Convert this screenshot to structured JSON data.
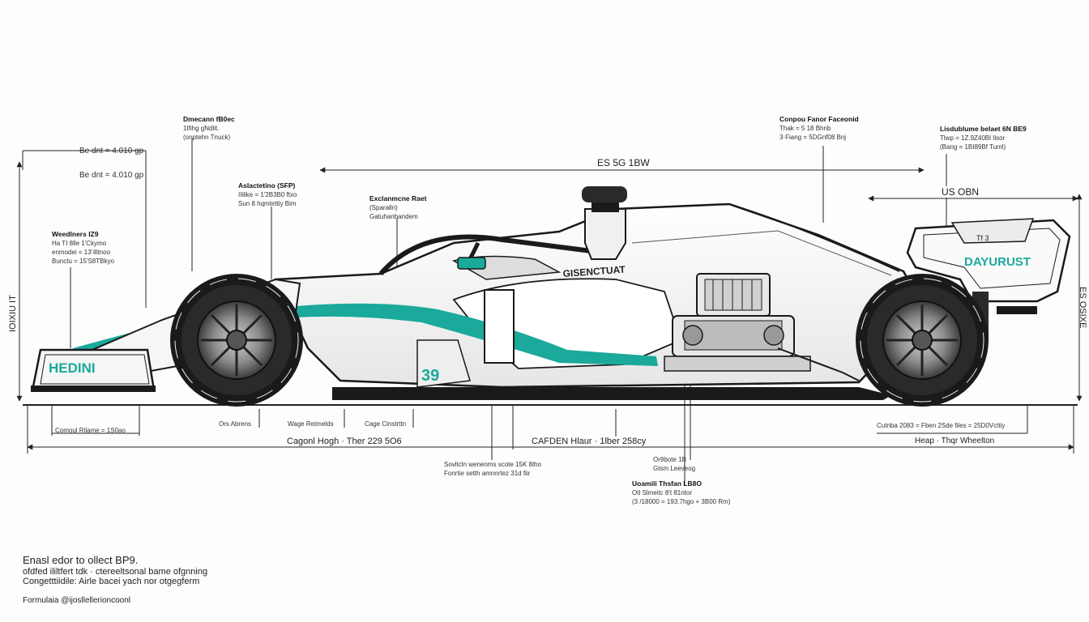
{
  "colors": {
    "accent": "#1aa99a",
    "ink": "#1a1a1a",
    "line": "#2a2a2a",
    "paper": "#fdfdfd"
  },
  "dimensions": {
    "top_span": "ES 5G 1BW",
    "rear_span": "US OBN",
    "left_height": "IOIXIU IT",
    "right_height": "ES OSIXE",
    "ground_span": "Cagonl Hogh · Ther 229 5O6",
    "ground_center": "CAFDEN Hlaur · 1lber 258cy",
    "ground_right": "Heap · Thqr Wheelton"
  },
  "front_wing_text": "HEDINI",
  "rear_wing_text": "DAYURUST",
  "sidepod_text": "GISENCTUAT",
  "number_text": "39",
  "airbox_text": "Tf 3",
  "annotations": {
    "dimension_a": [
      "Be dnt = 4.010 gp",
      "Be dnt = 4.010 gp"
    ],
    "dimension_block": {
      "title": "Dmecann fB0ec",
      "lines": [
        "1Ifihg gNdlit.",
        "(onptehn Tnuck)"
      ]
    },
    "aero_block": {
      "title": "Aslactetino (SFP)",
      "lines": [
        "IIilike = 1'2B3B0 ftxo",
        "Sun 8 hqmtettiy Bim"
      ]
    },
    "wheelbase_block": {
      "title": "Weedlners IZ9",
      "lines": [
        "Ha TI 8lle 1'Ckymo",
        "enmodei = 13'4ltnoo",
        "Bunctu = 15'S8TBkyo"
      ]
    },
    "exhaust_block": {
      "title": "Exclanmcne Raet",
      "lines": [
        "(Sparalln)",
        "Gatuhanbandem"
      ]
    },
    "compound_block": {
      "title": "Conpou Fanor Faceonid",
      "lines": [
        "Thak = 5 18 Bhnb",
        "3·Fiang = 5DGnf08 Bnj"
      ]
    },
    "limit_block": {
      "title": "Lisdublume belaet 6N BE9",
      "lines": [
        "Tlwp = 1Z.9Z40Bl Ilsor",
        "(Bang = 1BI89Bf Tuml)"
      ]
    },
    "front_gap": "Comoul Rilame = 1S0ao",
    "ors_label": "Ors Abrens",
    "wage_label": "Wage Retmelds",
    "cage_label": "Cage Cinstrttn",
    "carbon_rt": "Cutnba 2083 = Fben 2Sde files = 25D0Vcttiy",
    "center_notes": [
      "Sovltcln wenenms scote 15K 8tho",
      "Fonrtie setth amnnrtez 31d fiir"
    ],
    "mid_notes": [
      "Or9bote 1B",
      "Gtsm Leeveog"
    ],
    "hub_block": {
      "title": "Uoamili Thsfan LB8O",
      "lines": [
        "Otl Slmeitc 8't 81ntor",
        "(3 /18000 = 193.7hgo + 3B00 Rm)"
      ]
    }
  },
  "footer": {
    "line1": "Enasl edor to ollect BP9.",
    "line2": "ofdfed ililtfert tdk · ctereeltsonal bame ofgnning",
    "line3": "Congetttiidile: Airle bacei yach nor otgegferm",
    "line4": "Formulaia @ijosllellerioncoonl"
  }
}
